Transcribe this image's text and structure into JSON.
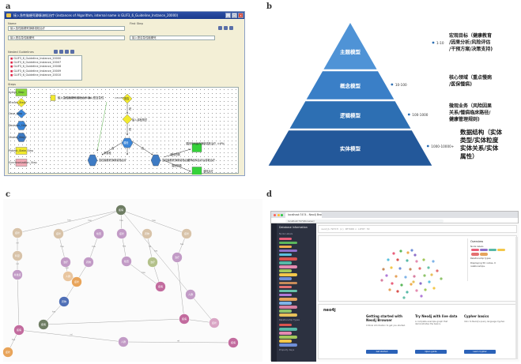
{
  "letters": {
    "a": "a",
    "b": "b",
    "c": "c",
    "d": "d"
  },
  "panel_a": {
    "window_title": "接入急性脑梗死静脉溶栓治疗  (instances of Algorithm, internal name is GLIF3_6_Guideline_Instance_20000)",
    "win_min": "_",
    "win_max": "□",
    "win_close": "x",
    "label_name": "Name",
    "name_value": "接入急性脑梗死静脉溶栓治疗",
    "label_first_step": "First Step",
    "first_step_value": "接入是否急性脑梗死",
    "label_nodes": "Nested Guidelines",
    "list_items": [
      "GLIF3_6_Guideline_Instance_20000",
      "GLIF3_6_Guideline_Instance_20007",
      "GLIF3_6_Guideline_Instance_20008",
      "GLIF3_6_Guideline_Instance_20009",
      "GLIF3_6_Guideline_Instance_20010"
    ],
    "label_steps": "Steps",
    "tools": [
      {
        "label": "Action_Step",
        "color": "#88d838",
        "shape": "rect"
      },
      {
        "label": "Branch_Step",
        "color": "#f2ea2e",
        "shape": "diamond"
      },
      {
        "label": "Case_Step",
        "color": "#3b86d8",
        "shape": "diamond"
      },
      {
        "label": "Decision_Step",
        "color": "#3b86d8",
        "shape": "hex"
      },
      {
        "label": "Choice_Step",
        "color": "#3e7bc4",
        "shape": "hex"
      },
      {
        "label": "Patient_State_Step",
        "color": "#f2ea2e",
        "shape": "rect"
      },
      {
        "label": "Synchronization_Step",
        "color": "#f0a8b4",
        "shape": "rect"
      }
    ],
    "nodes": {
      "n1": "接入急性脑梗死溶栓治疗",
      "n2": "接入是否急性",
      "n3": "是否",
      "n4": "接入溶栓禁忌",
      "n5": "溶栓",
      "n6": "急性脑梗死静脉溶栓治疗",
      "n7": "急性脑梗死静脉溶栓治疗",
      "n8": "溶栓治疗",
      "n9": "溶栓时间窗内静脉溶栓治疗（rtPA）",
      "n10": "溶栓药物",
      "n11": "经神经科会诊后溶栓治疗",
      "n12": "非溶栓",
      "n13": "溶栓药物"
    },
    "edges": {
      "e1": "是",
      "e2": "否",
      "e3": "否",
      "e4": "是"
    }
  },
  "panel_b": {
    "levels": [
      {
        "name": "主题模型",
        "range": "1-10",
        "desc": [
          "宏观目标（健康教育",
          "/因果分析/风险评估",
          "/干预方案/决策支持)"
        ]
      },
      {
        "name": "概念模型",
        "range": "10-100",
        "desc": [
          "核心领域（重点慢病",
          "/医保慢病)"
        ]
      },
      {
        "name": "逻辑模型",
        "range": "100-1000",
        "desc": [
          "微观业务（风险因果",
          "关系/慢病临床路径/",
          "健康管理规则)"
        ]
      },
      {
        "name": "实体模型",
        "range": "1000-10000+",
        "desc": [
          "数据结构（实体",
          "类型/实体粒度",
          "实体关系/实体",
          "属性）"
        ]
      }
    ],
    "colors": [
      "#4f93d6",
      "#3a7fc7",
      "#2d6fb3",
      "#23589a"
    ]
  },
  "panel_c": {
    "nodes": [
      {
        "id": "top",
        "label": "疾病",
        "color": "#6e7d63"
      },
      {
        "id": "r1a",
        "label": "症状",
        "color": "#d8c3a9"
      },
      {
        "id": "r1b",
        "label": "症状",
        "color": "#d8c3a9"
      },
      {
        "id": "r1c",
        "label": "检查",
        "color": "#c29bc6"
      },
      {
        "id": "r1d",
        "label": "症状",
        "color": "#c29bc6"
      },
      {
        "id": "r1e",
        "label": "药物",
        "color": "#d8c3a9"
      },
      {
        "id": "r1f",
        "label": "症状",
        "color": "#d8c3a9"
      },
      {
        "id": "l1",
        "label": "科室",
        "color": "#d8c3a9"
      },
      {
        "id": "l2",
        "label": "并发症",
        "color": "#c29bc6"
      },
      {
        "id": "m1",
        "label": "治疗",
        "color": "#c29bc6"
      },
      {
        "id": "m2",
        "label": "人群",
        "color": "#e9c6a0"
      },
      {
        "id": "m3",
        "label": "药物",
        "color": "#c29bc6"
      },
      {
        "id": "m4",
        "label": "检查",
        "color": "#c29bc6"
      },
      {
        "id": "m5",
        "label": "治疗",
        "color": "#b3c18a"
      },
      {
        "id": "m6",
        "label": "治疗",
        "color": "#c29bc6"
      },
      {
        "id": "m7",
        "label": "症状",
        "color": "#e8a45a"
      },
      {
        "id": "m8",
        "label": "疾病",
        "color": "#c26b9e"
      },
      {
        "id": "m9",
        "label": "药物",
        "color": "#4f6fb6"
      },
      {
        "id": "b1",
        "label": "疾病",
        "color": "#c26b9e"
      },
      {
        "id": "b2",
        "label": "疾病",
        "color": "#6e7d63"
      },
      {
        "id": "b3",
        "label": "人群",
        "color": "#c29bc6"
      },
      {
        "id": "b4",
        "label": "症状",
        "color": "#d9a5c4"
      },
      {
        "id": "b5",
        "label": "疾病",
        "color": "#c26b9e"
      },
      {
        "id": "bl",
        "label": "症状",
        "color": "#e8a45a"
      },
      {
        "id": "br",
        "label": "疾病",
        "color": "#c26b9e"
      },
      {
        "id": "rt",
        "label": "人群",
        "color": "#c29bc6"
      }
    ],
    "edge_labels": [
      "has",
      "has",
      "has",
      "has",
      "rel",
      "rel",
      "has",
      "has",
      "has",
      "rel",
      "has",
      "has",
      "rel",
      "has",
      "has",
      "has",
      "has",
      "rel",
      "rel",
      "has"
    ]
  },
  "panel_d": {
    "tab_title": "localhost:7474 - Neo4j Browser",
    "url": "localhost:7474/browser/",
    "sidebar_title": "Database Information",
    "sidebar_labels_title": "Node Labels",
    "sidebar_rel_title": "Relationship Types",
    "sidebar_props_title": "Property Keys",
    "editor_text": "neo4j$ MATCH (n) RETURN n LIMIT 50",
    "overview_title": "Overview",
    "overview_nodes": "Node labels",
    "overview_rels": "Relationship types",
    "overview_note": "Displaying 50 nodes, 0 relationships.",
    "logo": "neo4j",
    "cards": [
      {
        "title": "Getting started with Neo4j Browser",
        "desc": "Critical information to get you started.",
        "btn": "Get started"
      },
      {
        "title": "Try Neo4j with live data",
        "desc": "A complete example graph that demonstrates the basics.",
        "btn": "Open guide"
      },
      {
        "title": "Cypher basics",
        "desc": "Intro to Neo4j's query language Cypher.",
        "btn": "Learn Cypher"
      }
    ],
    "pill_colors": [
      "#e95f7a",
      "#5cb85c",
      "#f0ad4e",
      "#8e6fc9",
      "#5bc0de",
      "#d9534f",
      "#57b9a7",
      "#e48bb0",
      "#a3c85a",
      "#f3c74a",
      "#6f8fd8",
      "#c78b5a",
      "#e47070",
      "#67c1a8",
      "#b07ad8",
      "#e6a35c",
      "#7fb3e8",
      "#d87fa1",
      "#8fc46b",
      "#e8c15a"
    ]
  }
}
